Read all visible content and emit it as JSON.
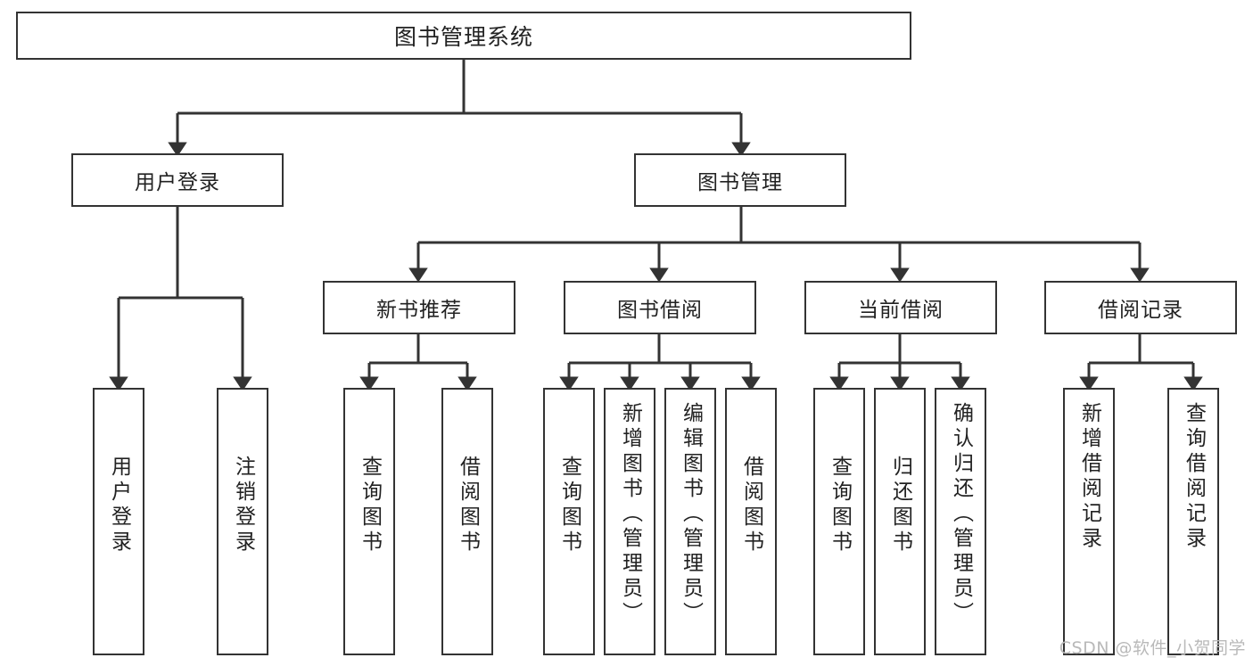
{
  "diagram": {
    "title": "图书管理系统",
    "type": "功能结构图",
    "watermark": "CSDN @软件_小贺同学",
    "colors": {
      "box_border": "#333333",
      "box_fill": "#ffffff",
      "edge": "#333333",
      "text": "#222222",
      "watermark": "#b9b9b9",
      "background": "#ffffff"
    },
    "root": {
      "label": "图书管理系统"
    },
    "level2": [
      {
        "id": "user-login",
        "label": "用户登录"
      },
      {
        "id": "book-manage",
        "label": "图书管理"
      }
    ],
    "level3": [
      {
        "id": "new-book-recommend",
        "label": "新书推荐"
      },
      {
        "id": "book-borrow",
        "label": "图书借阅"
      },
      {
        "id": "current-borrow",
        "label": "当前借阅"
      },
      {
        "id": "borrow-record",
        "label": "借阅记录"
      }
    ],
    "leaves": {
      "user_login": [
        {
          "id": "leaf-user-login",
          "label": "用户登录"
        },
        {
          "id": "leaf-logout-login",
          "label": "注销登录"
        }
      ],
      "new_book_recommend": [
        {
          "id": "leaf-query-book-1",
          "label": "查询图书"
        },
        {
          "id": "leaf-borrow-book-1",
          "label": "借阅图书"
        }
      ],
      "book_borrow": [
        {
          "id": "leaf-query-book-2",
          "label": "查询图书"
        },
        {
          "id": "leaf-add-book-admin",
          "label": "新增图书（管理员）"
        },
        {
          "id": "leaf-edit-book-admin",
          "label": "编辑图书（管理员）"
        },
        {
          "id": "leaf-borrow-book-2",
          "label": "借阅图书"
        }
      ],
      "current_borrow": [
        {
          "id": "leaf-query-book-3",
          "label": "查询图书"
        },
        {
          "id": "leaf-return-book",
          "label": "归还图书"
        },
        {
          "id": "leaf-confirm-return-admin",
          "label": "确认归还（管理员）"
        }
      ],
      "borrow_record": [
        {
          "id": "leaf-add-borrow-record",
          "label": "新增借阅记录"
        },
        {
          "id": "leaf-query-borrow-record",
          "label": "查询借阅记录"
        }
      ]
    }
  }
}
